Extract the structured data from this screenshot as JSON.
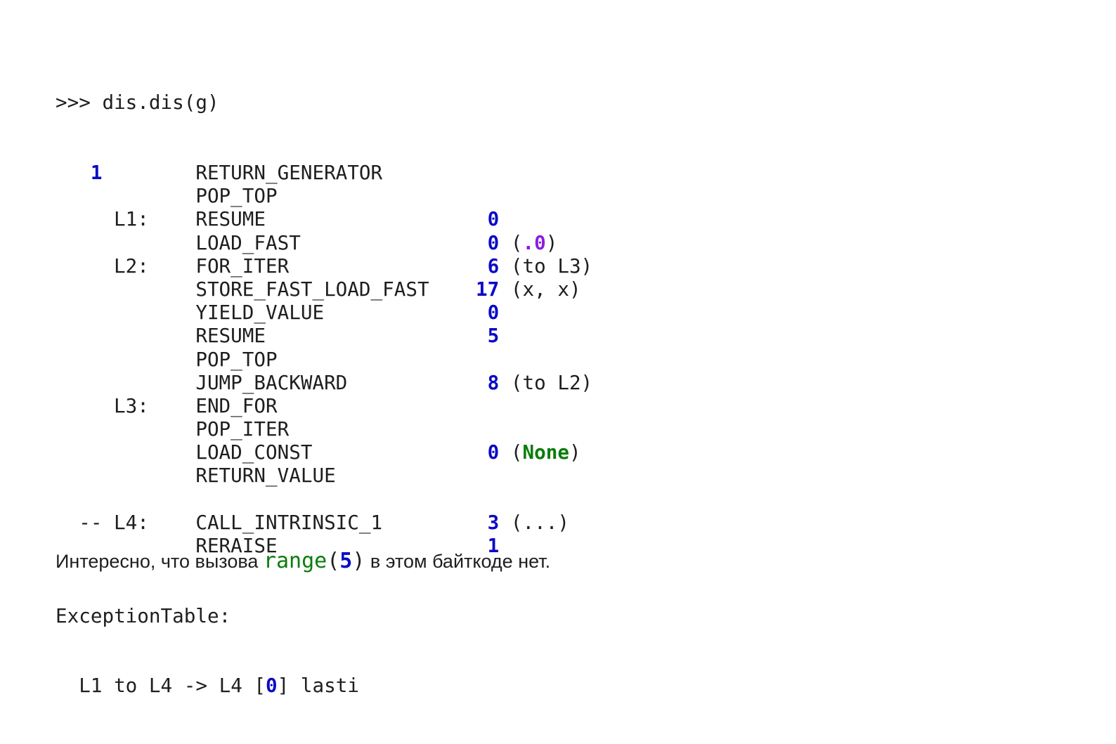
{
  "prompt": ">>> dis.dis(g)",
  "rows": [
    {
      "lineno": "1",
      "label": "",
      "opname": "RETURN_GENERATOR",
      "arg": "",
      "argrepr": []
    },
    {
      "lineno": "",
      "label": "",
      "opname": "POP_TOP",
      "arg": "",
      "argrepr": []
    },
    {
      "lineno": "",
      "label": "L1:",
      "opname": "RESUME",
      "arg": "0",
      "argrepr": []
    },
    {
      "lineno": "",
      "label": "",
      "opname": "LOAD_FAST",
      "arg": "0",
      "argrepr": [
        {
          "t": "(",
          "c": ""
        },
        {
          "t": ".0",
          "c": "purple"
        },
        {
          "t": ")",
          "c": ""
        }
      ]
    },
    {
      "lineno": "",
      "label": "L2:",
      "opname": "FOR_ITER",
      "arg": "6",
      "argrepr": [
        {
          "t": "(to L3)",
          "c": ""
        }
      ]
    },
    {
      "lineno": "",
      "label": "",
      "opname": "STORE_FAST_LOAD_FAST",
      "arg": "17",
      "argrepr": [
        {
          "t": "(x, x)",
          "c": ""
        }
      ]
    },
    {
      "lineno": "",
      "label": "",
      "opname": "YIELD_VALUE",
      "arg": "0",
      "argrepr": []
    },
    {
      "lineno": "",
      "label": "",
      "opname": "RESUME",
      "arg": "5",
      "argrepr": []
    },
    {
      "lineno": "",
      "label": "",
      "opname": "POP_TOP",
      "arg": "",
      "argrepr": []
    },
    {
      "lineno": "",
      "label": "",
      "opname": "JUMP_BACKWARD",
      "arg": "8",
      "argrepr": [
        {
          "t": "(to L2)",
          "c": ""
        }
      ]
    },
    {
      "lineno": "",
      "label": "L3:",
      "opname": "END_FOR",
      "arg": "",
      "argrepr": []
    },
    {
      "lineno": "",
      "label": "",
      "opname": "POP_ITER",
      "arg": "",
      "argrepr": []
    },
    {
      "lineno": "",
      "label": "",
      "opname": "LOAD_CONST",
      "arg": "0",
      "argrepr": [
        {
          "t": "(",
          "c": ""
        },
        {
          "t": "None",
          "c": "green"
        },
        {
          "t": ")",
          "c": ""
        }
      ]
    },
    {
      "lineno": "",
      "label": "",
      "opname": "RETURN_VALUE",
      "arg": "",
      "argrepr": []
    },
    {
      "blank": true
    },
    {
      "lineno": "--",
      "label": "L4:",
      "opname": "CALL_INTRINSIC_1",
      "arg": "3",
      "argrepr": [
        {
          "t": "(...)",
          "c": ""
        }
      ]
    },
    {
      "lineno": "",
      "label": "",
      "opname": "RERAISE",
      "arg": "1",
      "argrepr": []
    }
  ],
  "exception_table": {
    "header": "ExceptionTable:",
    "entry_prefix": "  L1 to L4 -> L4 [",
    "entry_num": "0",
    "entry_suffix": "] lasti"
  },
  "prose": {
    "before": "Интересно, что вызова ",
    "code_name": "range",
    "code_open": "(",
    "code_num": "5",
    "code_close": ")",
    "after": " в этом байткоде нет."
  },
  "colors": {
    "number": "#0a0ac8",
    "purple": "#8a1ce0",
    "green": "#0a7d0a",
    "text": "#1e1e1e"
  }
}
